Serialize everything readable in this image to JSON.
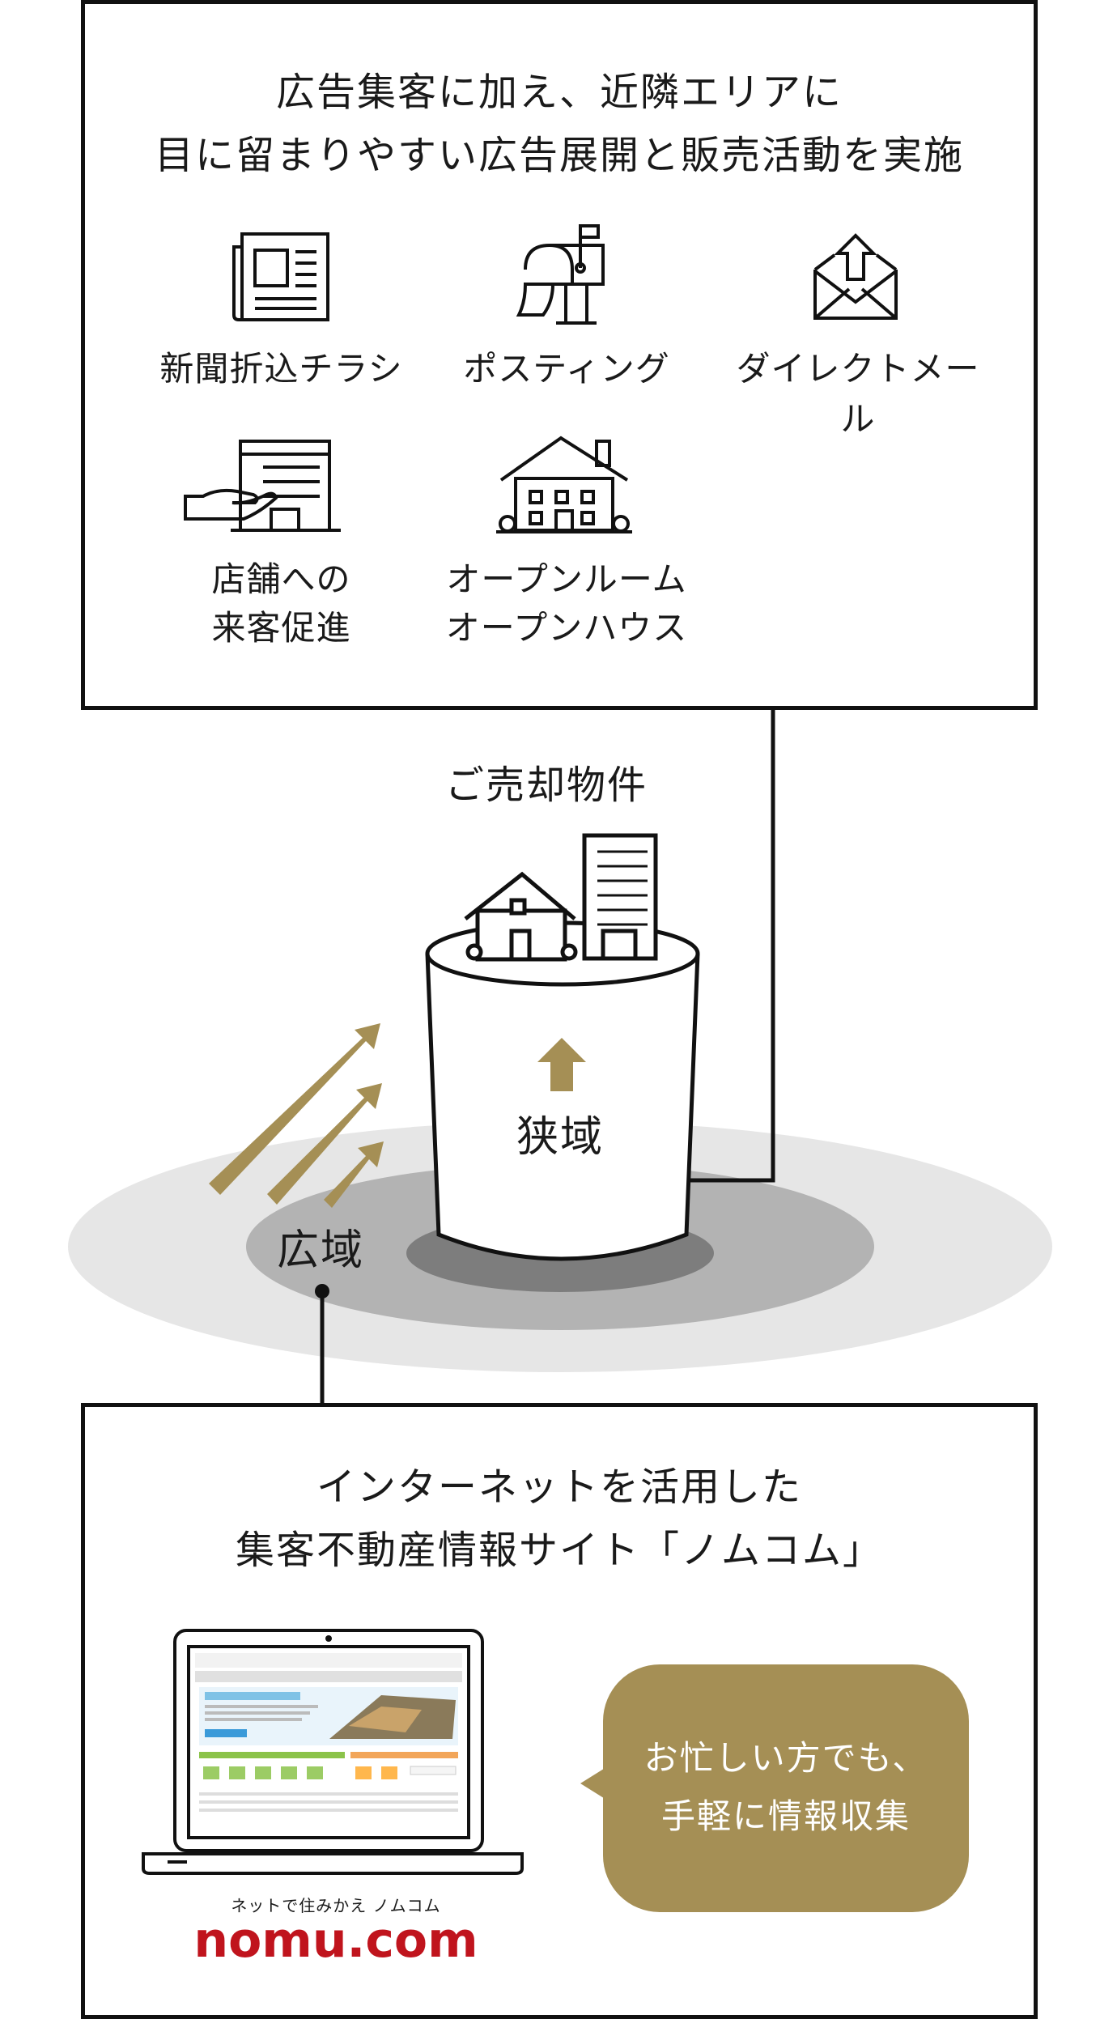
{
  "offline": {
    "title_line1": "広告集客に加え、近隣エリアに",
    "title_line2": "目に留まりやすい広告展開と販売活動を実施",
    "items": [
      {
        "label": "新聞折込チラシ",
        "icon": "newspaper-icon"
      },
      {
        "label": "ポスティング",
        "icon": "mailbox-icon"
      },
      {
        "label": "ダイレクトメール",
        "icon": "envelope-icon"
      },
      {
        "label_line1": "店舗への",
        "label_line2": "来客促進",
        "icon": "store-hand-icon"
      },
      {
        "label_line1": "オープンルーム",
        "label_line2": "オープンハウス",
        "icon": "house-icon"
      }
    ]
  },
  "center": {
    "property_label": "ご売却物件",
    "narrow_label": "狭域",
    "wide_label": "広域"
  },
  "online": {
    "title_line1": "インターネットを活用した",
    "title_line2": "集客不動産情報サイト「ノムコム」",
    "bubble_line1": "お忙しい方でも、",
    "bubble_line2": "手軽に情報収集",
    "brand_tagline": "ネットで住みかえ ノムコム",
    "brand_name": "nomu.com"
  },
  "colors": {
    "gold": "#a58f55",
    "brand_red": "#c0141d",
    "ellipse_outer": "#e6e6e6",
    "ellipse_mid": "#b3b3b3",
    "ellipse_inner": "#7d7d7d"
  }
}
